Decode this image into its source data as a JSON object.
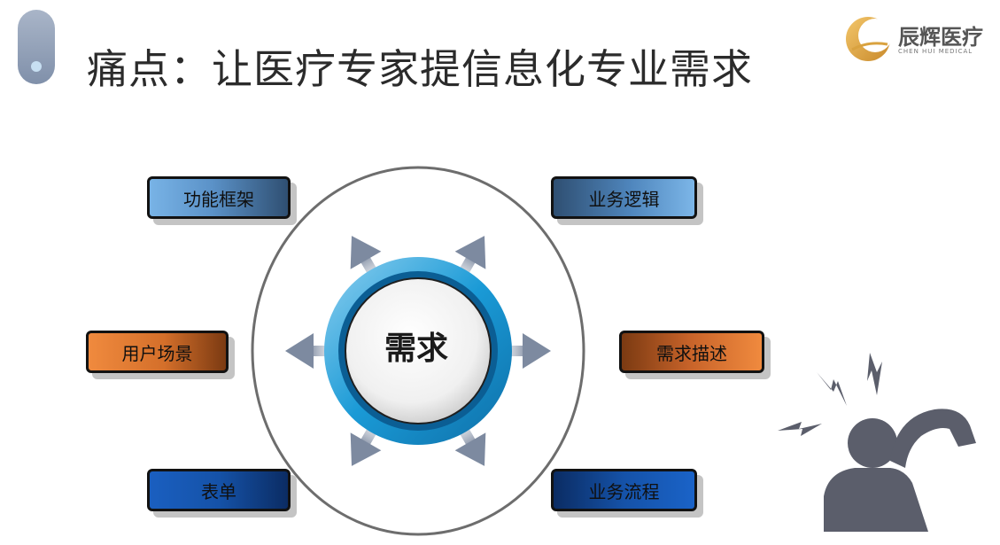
{
  "slide": {
    "title": "痛点：让医疗专家提信息化专业需求"
  },
  "logo": {
    "name": "辰辉医疗",
    "subtitle": "CHEN HUI MEDICAL"
  },
  "diagram": {
    "center": "需求",
    "nodes": {
      "top_left": "功能框架",
      "top_right": "业务逻辑",
      "mid_left": "用户场景",
      "mid_right": "需求描述",
      "bottom_left": "表单",
      "bottom_right": "业务流程"
    }
  },
  "colors": {
    "ring": "#1a9ad6",
    "arrow": "#7d8aa0",
    "illustration": "#5b5e6b",
    "title_accent": "#8090aa"
  },
  "icons": {
    "illustration": "frustrated-person-icon",
    "logo": "crescent-logo-icon"
  }
}
